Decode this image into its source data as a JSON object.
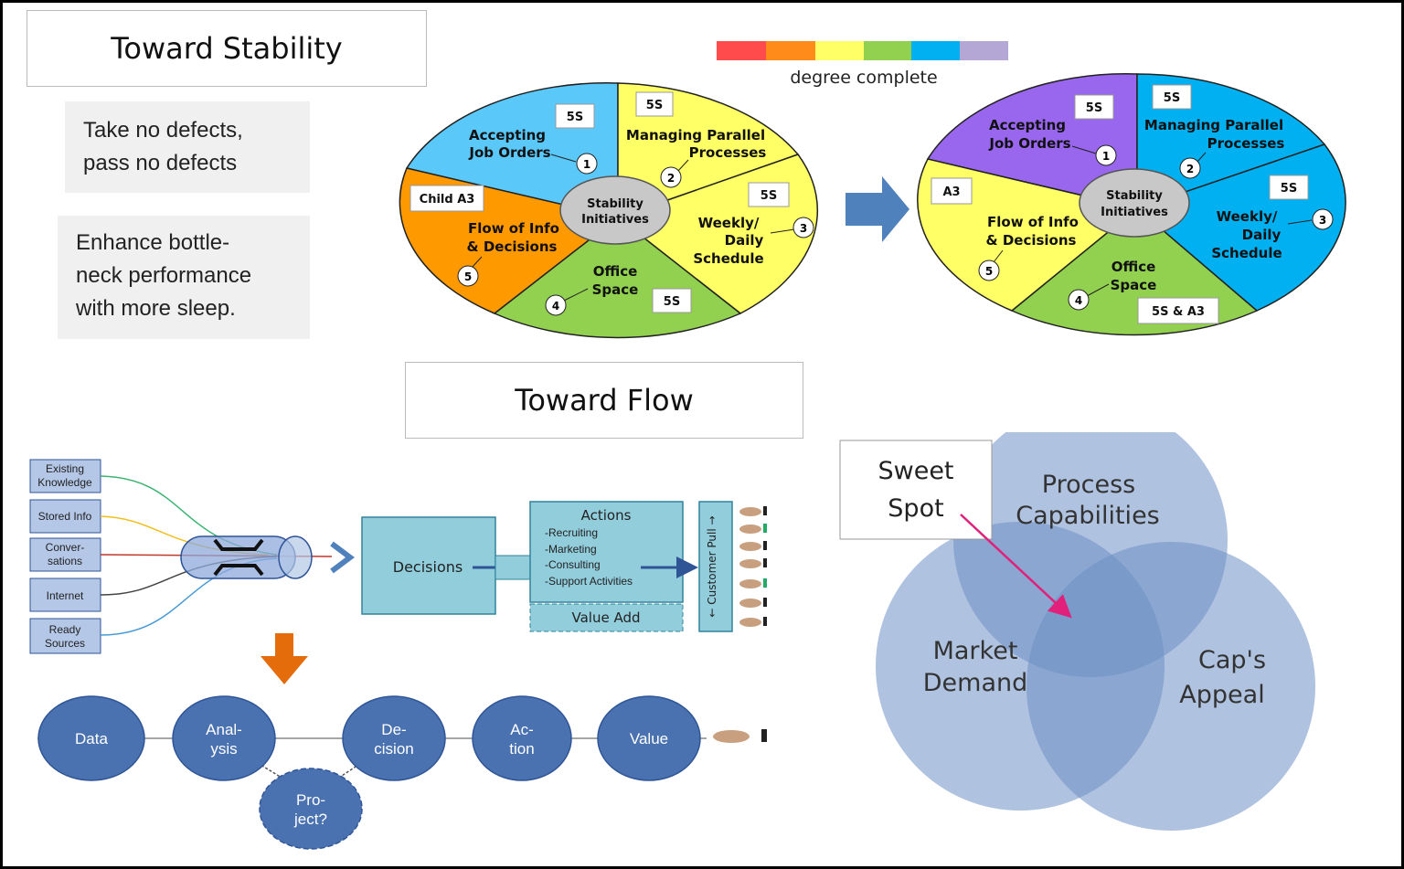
{
  "stability": {
    "title": "Toward Stability",
    "note1_l1": "Take no defects,",
    "note1_l2": "pass no defects",
    "note2_l1": "Enhance  bottle-",
    "note2_l2": "neck performance",
    "note2_l3": "with more sleep."
  },
  "legend": {
    "label": "degree complete",
    "colors": [
      "#ff4b4b",
      "#ff8c1a",
      "#ffff66",
      "#92d050",
      "#00b0f0",
      "#b4a7d6"
    ]
  },
  "pie_left": {
    "center_l1": "Stability",
    "center_l2": "Initiatives",
    "s1_l1": "Accepting",
    "s1_l2": "Job Orders",
    "s1_num": "1",
    "s1_tag": "5S",
    "s2_l1": "Managing  Parallel",
    "s2_l2": "Processes",
    "s2_num": "2",
    "s2_tag": "5S",
    "s3_l1": "Weekly/",
    "s3_l2": "Daily",
    "s3_l3": "Schedule",
    "s3_num": "3",
    "s3_tag": "5S",
    "s4_l1": "Office",
    "s4_l2": "Space",
    "s4_num": "4",
    "s4_tag": "5S",
    "s5_l1": "Flow of Info",
    "s5_l2": "& Decisions",
    "s5_num": "5",
    "s5_tag": "Child A3"
  },
  "pie_right": {
    "center_l1": "Stability",
    "center_l2": "Initiatives",
    "s1_l1": "Accepting",
    "s1_l2": "Job Orders",
    "s1_num": "1",
    "s1_tag": "5S",
    "s2_l1": "Managing  Parallel",
    "s2_l2": "Processes",
    "s2_num": "2",
    "s2_tag": "5S",
    "s3_l1": "Weekly/",
    "s3_l2": "Daily",
    "s3_l3": "Schedule",
    "s3_num": "3",
    "s3_tag": "5S",
    "s4_l1": "Office",
    "s4_l2": "Space",
    "s4_num": "4",
    "s4_tag": "5S & A3",
    "s5_l1": "Flow of Info",
    "s5_l2": "& Decisions",
    "s5_num": "5",
    "s5_tag": "A3"
  },
  "flow": {
    "title": "Toward Flow",
    "src1_l1": "Existing",
    "src1_l2": "Knowledge",
    "src2": "Stored Info",
    "src3_l1": "Conver-",
    "src3_l2": "sations",
    "src4": "Internet",
    "src5_l1": "Ready",
    "src5_l2": "Sources",
    "decisions": "Decisions",
    "actions_title": "Actions",
    "action1": "-Recruiting",
    "action2": "-Marketing",
    "action3": "-Consulting",
    "action4": "-Support Activities",
    "value_add": "Value Add",
    "customer_pull": "← Customer  Pull →",
    "c1": "Data",
    "c2_l1": "Anal-",
    "c2_l2": "ysis",
    "c3_l1": "De-",
    "c3_l2": "cision",
    "c4_l1": "Ac-",
    "c4_l2": "tion",
    "c5": "Value",
    "c6_l1": "Pro-",
    "c6_l2": "ject?"
  },
  "venn": {
    "sweet_l1": "Sweet",
    "sweet_l2": "Spot",
    "process_l1": "Process",
    "process_l2": "Capabilities",
    "market_l1": "Market",
    "market_l2": "Demand",
    "caps_l1": "Cap's",
    "caps_l2": "Appeal"
  }
}
